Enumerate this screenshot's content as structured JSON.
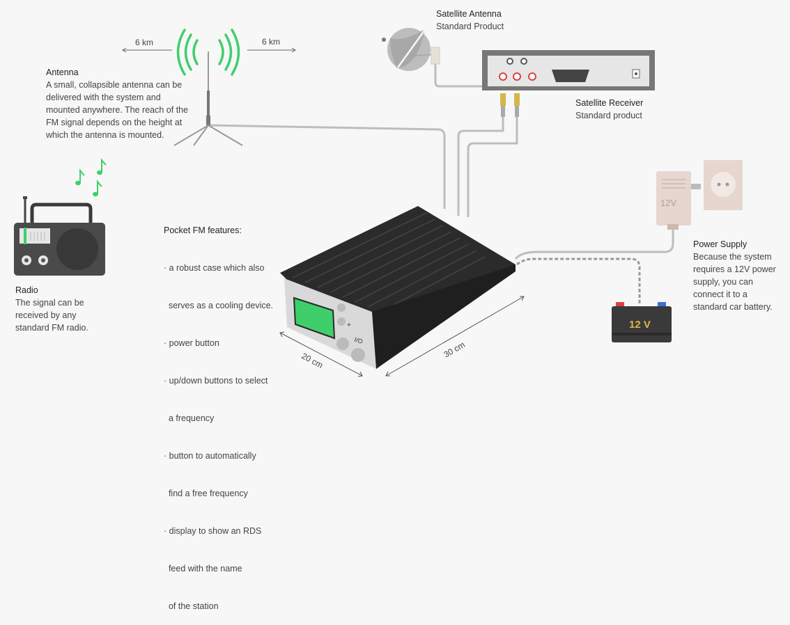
{
  "distance_left": "6 km",
  "distance_right": "6 km",
  "satellite_antenna": {
    "title": "Satellite Antenna",
    "subtitle": "Standard Product"
  },
  "satellite_receiver": {
    "title": "Satellite Receiver",
    "subtitle": "Standard product"
  },
  "antenna": {
    "title": "Antenna",
    "lines": [
      "A small, collapsible antenna can be",
      "delivered with the system and",
      "mounted anywhere. The reach of the",
      "FM signal depends on the height at",
      "which the antenna is mounted."
    ]
  },
  "radio": {
    "title": "Radio",
    "lines": [
      "The signal can be",
      "received by any",
      "standard FM radio."
    ]
  },
  "pocket_fm": {
    "title": "Pocket FM features:",
    "lines": [
      "· a robust case which also",
      "  serves as a cooling device.",
      "· power button",
      "· up/down buttons to select",
      "  a frequency",
      "· button to automatically",
      "  find a free frequency",
      "· display to show an RDS",
      "  feed with the name",
      "  of the station"
    ],
    "depth_label": "20 cm",
    "width_label": "30 cm",
    "panel_plus": "+",
    "panel_power": "I/O"
  },
  "power_supply": {
    "title": "Power Supply",
    "lines": [
      "Because the system",
      "requires a 12V power",
      "supply, you can",
      "connect it to a",
      "standard car battery."
    ],
    "adapter_label": "12V"
  },
  "battery_label": "12 V",
  "colors": {
    "signal_green": "#3ecf6b",
    "cable": "#bdbdbd",
    "heatsink": "#2b2b2b",
    "battery": "#3a3a3a"
  }
}
